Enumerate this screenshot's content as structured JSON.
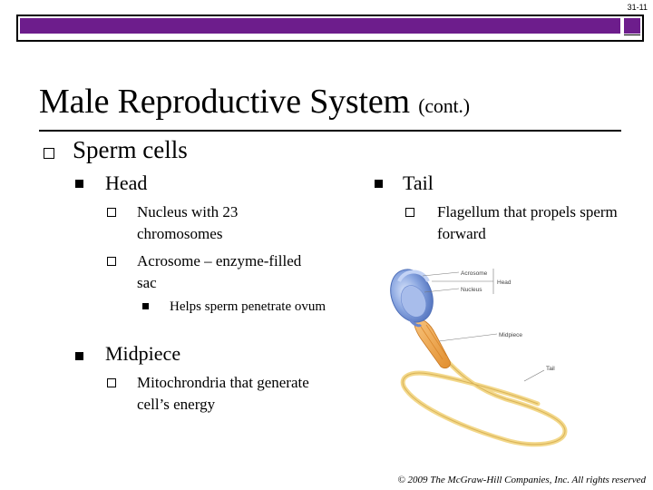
{
  "slide_number": "31-11",
  "title": {
    "main": "Male Reproductive System",
    "sub": "(cont.)"
  },
  "bullets": {
    "sperm_cells": "Sperm cells",
    "head": "Head",
    "nucleus": "Nucleus with 23 chromosomes",
    "acrosome_term": "Acrosome",
    "acrosome_desc": " – enzyme-filled sac",
    "helps": "Helps sperm penetrate ovum",
    "midpiece": "Midpiece",
    "mitochondria": "Mitochrondria that generate cell’s energy",
    "tail": "Tail",
    "flagellum": "Flagellum that propels sperm forward"
  },
  "diagram": {
    "labels": {
      "acrosome": "Acrosome",
      "nucleus": "Nucleus",
      "head": "Head",
      "midpiece": "Midpiece",
      "tail": "Tail"
    }
  },
  "copyright": "© 2009 The McGraw-Hill Companies, Inc. All rights reserved",
  "colors": {
    "bar": "#6d1d8c",
    "head_blue": "#8aa6e0",
    "midpiece_orange": "#f0a850",
    "tail_yellow": "#f3d88a"
  }
}
